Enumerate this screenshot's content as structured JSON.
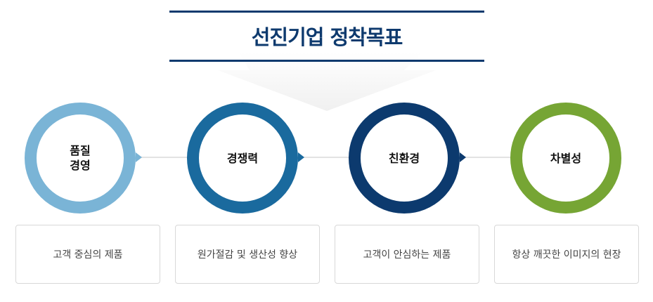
{
  "title": "선진기업 정착목표",
  "colors": {
    "title": "#0e3a6e",
    "c1": "#7ab4d6",
    "c2": "#1a6a9e",
    "c3": "#0c3a6e",
    "c4": "#76a534"
  },
  "goals": [
    {
      "label": "품질\n경영",
      "desc": "고객 중심의 제품"
    },
    {
      "label": "경쟁력",
      "desc": "원가절감 및 생산성 향상"
    },
    {
      "label": "친환경",
      "desc": "고객이 안심하는 제품"
    },
    {
      "label": "차별성",
      "desc": "항상 깨끗한 이미지의 현장"
    }
  ]
}
